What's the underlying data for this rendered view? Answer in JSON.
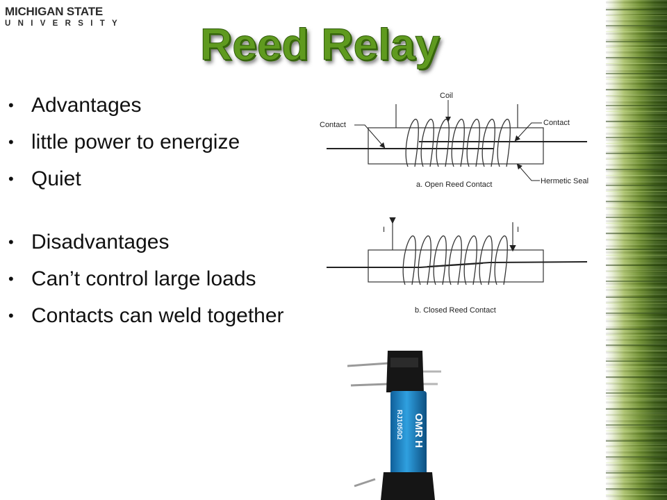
{
  "logo": {
    "top": "MICHIGAN STATE",
    "bottom": "UNIVERSITY"
  },
  "title": "Reed Relay",
  "bullets": [
    "Advantages",
    "little power to energize",
    "Quiet",
    "Disadvantages",
    "Can’t control large loads",
    "Contacts can weld together"
  ],
  "diagram": {
    "coil_label": "Coil",
    "contact_left": "Contact",
    "contact_right": "Contact",
    "seal_label": "Hermetic Seal",
    "caption_a": "a. Open Reed Contact",
    "caption_b": "b. Closed Reed Contact",
    "current_label": "I"
  },
  "relay_label": "OMR H",
  "relay_code": "RJ1050Ω",
  "colors": {
    "title_green": "#5f9a1f",
    "relay_blue": "#1e88c8"
  }
}
